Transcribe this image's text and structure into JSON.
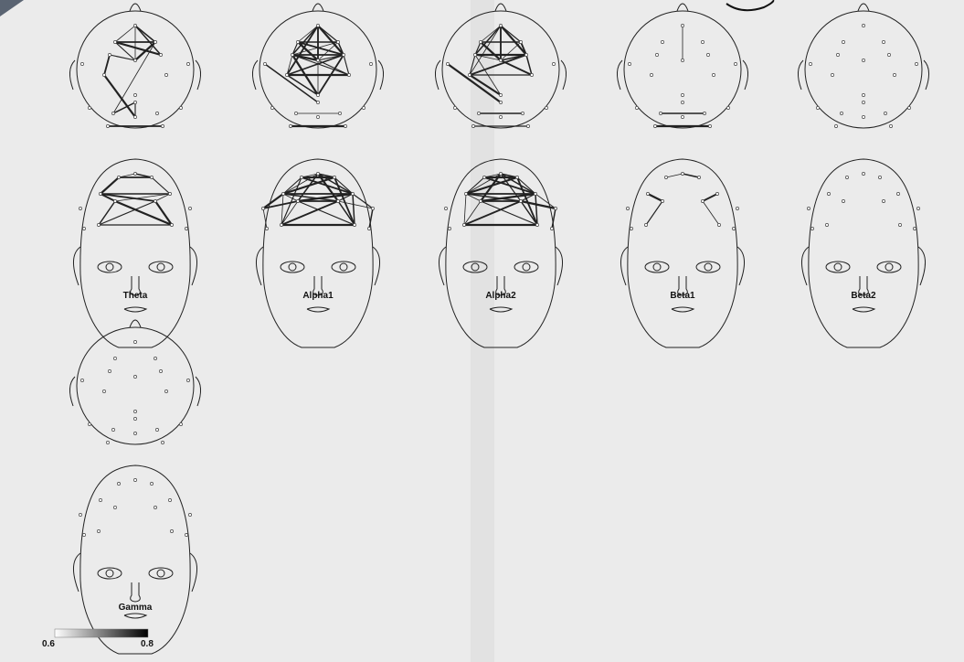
{
  "page": {
    "background": "#eaeaea",
    "ink": "#222222"
  },
  "bands": [
    {
      "label": "Theta",
      "top_edges": [
        [
          0,
          1
        ],
        [
          1,
          2
        ],
        [
          2,
          3
        ],
        [
          3,
          0
        ],
        [
          0,
          2
        ],
        [
          1,
          3
        ],
        [
          1,
          5
        ],
        [
          5,
          0
        ],
        [
          3,
          4
        ],
        [
          4,
          6
        ],
        [
          2,
          9
        ],
        [
          9,
          14
        ],
        [
          6,
          10
        ],
        [
          10,
          14
        ],
        [
          15,
          16
        ]
      ],
      "front_edges": [
        [
          0,
          1
        ],
        [
          1,
          2
        ],
        [
          0,
          3
        ],
        [
          2,
          4
        ],
        [
          3,
          5
        ],
        [
          4,
          6
        ],
        [
          5,
          7
        ],
        [
          6,
          8
        ],
        [
          7,
          8
        ],
        [
          3,
          6
        ],
        [
          4,
          5
        ],
        [
          3,
          4
        ],
        [
          5,
          8
        ],
        [
          6,
          7
        ],
        [
          0,
          2
        ]
      ]
    },
    {
      "label": "Alpha1",
      "top_edges": [
        [
          0,
          1
        ],
        [
          0,
          2
        ],
        [
          0,
          3
        ],
        [
          1,
          2
        ],
        [
          1,
          3
        ],
        [
          2,
          3
        ],
        [
          1,
          4
        ],
        [
          1,
          5
        ],
        [
          0,
          4
        ],
        [
          0,
          5
        ],
        [
          2,
          4
        ],
        [
          2,
          5
        ],
        [
          3,
          4
        ],
        [
          3,
          5
        ],
        [
          4,
          5
        ],
        [
          4,
          6
        ],
        [
          5,
          6
        ],
        [
          4,
          7
        ],
        [
          5,
          8
        ],
        [
          1,
          6
        ],
        [
          3,
          7
        ],
        [
          6,
          7
        ],
        [
          6,
          8
        ],
        [
          4,
          8
        ],
        [
          5,
          7
        ],
        [
          9,
          11
        ],
        [
          12,
          14
        ],
        [
          15,
          16
        ],
        [
          3,
          8
        ]
      ],
      "front_edges": [
        [
          0,
          1
        ],
        [
          1,
          2
        ],
        [
          0,
          2
        ],
        [
          0,
          3
        ],
        [
          0,
          4
        ],
        [
          1,
          3
        ],
        [
          1,
          4
        ],
        [
          2,
          3
        ],
        [
          2,
          4
        ],
        [
          3,
          4
        ],
        [
          3,
          5
        ],
        [
          3,
          6
        ],
        [
          4,
          5
        ],
        [
          4,
          6
        ],
        [
          5,
          6
        ],
        [
          5,
          7
        ],
        [
          6,
          8
        ],
        [
          7,
          8
        ],
        [
          5,
          8
        ],
        [
          6,
          7
        ],
        [
          3,
          7
        ],
        [
          4,
          8
        ],
        [
          9,
          3
        ],
        [
          10,
          4
        ],
        [
          9,
          5
        ],
        [
          10,
          6
        ],
        [
          1,
          5
        ],
        [
          1,
          6
        ],
        [
          0,
          7
        ],
        [
          2,
          8
        ],
        [
          9,
          11
        ],
        [
          10,
          12
        ]
      ]
    },
    {
      "label": "Alpha2",
      "top_edges": [
        [
          0,
          1
        ],
        [
          0,
          2
        ],
        [
          0,
          3
        ],
        [
          1,
          2
        ],
        [
          1,
          3
        ],
        [
          2,
          3
        ],
        [
          1,
          4
        ],
        [
          1,
          5
        ],
        [
          0,
          4
        ],
        [
          2,
          5
        ],
        [
          3,
          4
        ],
        [
          3,
          5
        ],
        [
          4,
          5
        ],
        [
          4,
          6
        ],
        [
          5,
          6
        ],
        [
          4,
          7
        ],
        [
          5,
          8
        ],
        [
          6,
          7
        ],
        [
          6,
          8
        ],
        [
          3,
          8
        ],
        [
          1,
          6
        ],
        [
          9,
          11
        ],
        [
          12,
          14
        ],
        [
          15,
          16
        ]
      ],
      "front_edges": [
        [
          0,
          1
        ],
        [
          1,
          2
        ],
        [
          0,
          2
        ],
        [
          0,
          3
        ],
        [
          0,
          4
        ],
        [
          1,
          3
        ],
        [
          1,
          4
        ],
        [
          2,
          3
        ],
        [
          2,
          4
        ],
        [
          3,
          4
        ],
        [
          3,
          5
        ],
        [
          3,
          6
        ],
        [
          4,
          5
        ],
        [
          4,
          6
        ],
        [
          5,
          6
        ],
        [
          5,
          7
        ],
        [
          6,
          8
        ],
        [
          7,
          8
        ],
        [
          5,
          8
        ],
        [
          6,
          7
        ],
        [
          3,
          7
        ],
        [
          4,
          8
        ],
        [
          1,
          5
        ],
        [
          1,
          6
        ],
        [
          2,
          8
        ],
        [
          10,
          4
        ],
        [
          10,
          12
        ],
        [
          10,
          6
        ]
      ]
    },
    {
      "label": "Beta1",
      "top_edges": [
        [
          1,
          3
        ],
        [
          9,
          11
        ],
        [
          15,
          16
        ]
      ],
      "front_edges": [
        [
          0,
          1
        ],
        [
          1,
          2
        ],
        [
          3,
          5
        ],
        [
          5,
          7
        ],
        [
          4,
          6
        ],
        [
          6,
          8
        ]
      ]
    },
    {
      "label": "Beta2",
      "top_edges": [],
      "front_edges": []
    },
    {
      "label": "Gamma",
      "top_edges": [],
      "front_edges": []
    }
  ],
  "colorbar": {
    "min_label": "0.6",
    "max_label": "0.8",
    "min_value": 0.6,
    "max_value": 0.8,
    "colors": [
      "#ffffff",
      "#000000"
    ]
  }
}
